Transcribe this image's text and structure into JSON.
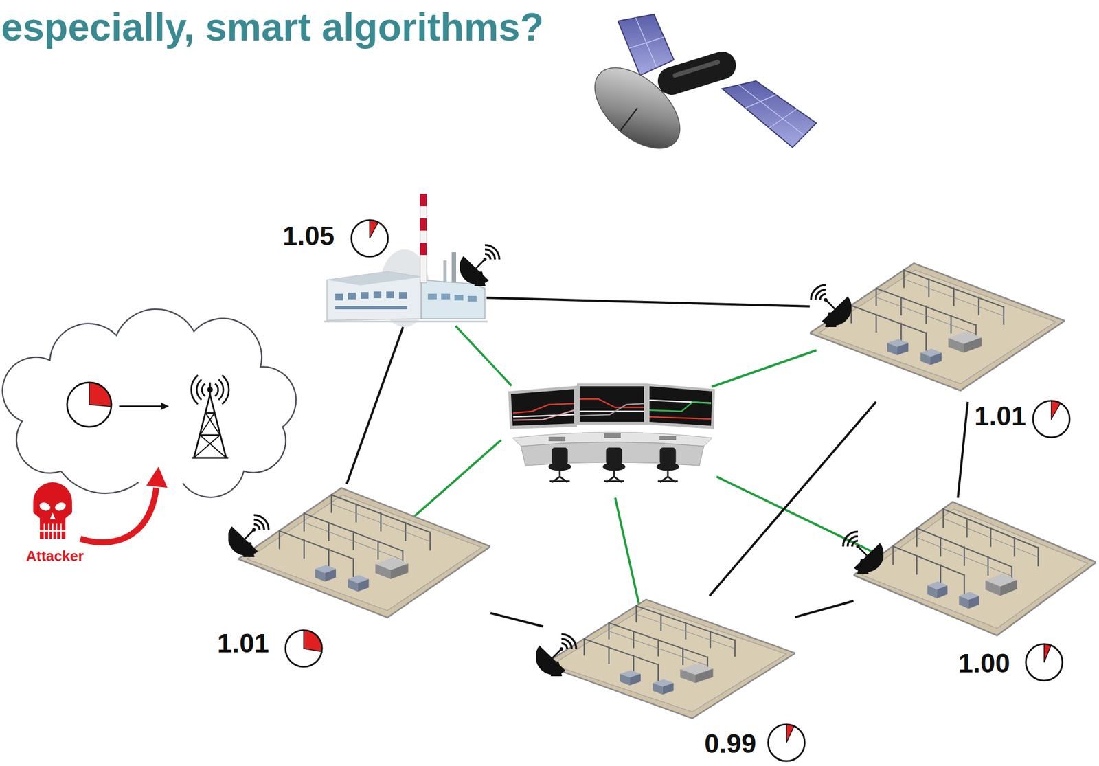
{
  "diagram": {
    "title": "especially, smart algorithms?",
    "nodes": [
      {
        "text": [
          "1.05"
        ]
      },
      {
        "text": [
          "1.01"
        ]
      },
      {
        "text": [
          "1.01"
        ]
      },
      {
        "text": [
          "0.99"
        ]
      },
      {
        "text": [
          "1.00"
        ]
      }
    ],
    "edges": [
      {
        "from": 0,
        "to": 1,
        "arrow": "none"
      },
      {
        "from": 0,
        "to": 2,
        "arrow": "none"
      },
      {
        "from": 2,
        "to": 3,
        "arrow": "none"
      },
      {
        "from": 3,
        "to": 1,
        "arrow": "none"
      },
      {
        "from": 3,
        "to": 4,
        "arrow": "none"
      },
      {
        "from": 1,
        "to": 4,
        "arrow": "none"
      }
    ],
    "labels": [
      "Attacker"
    ]
  }
}
